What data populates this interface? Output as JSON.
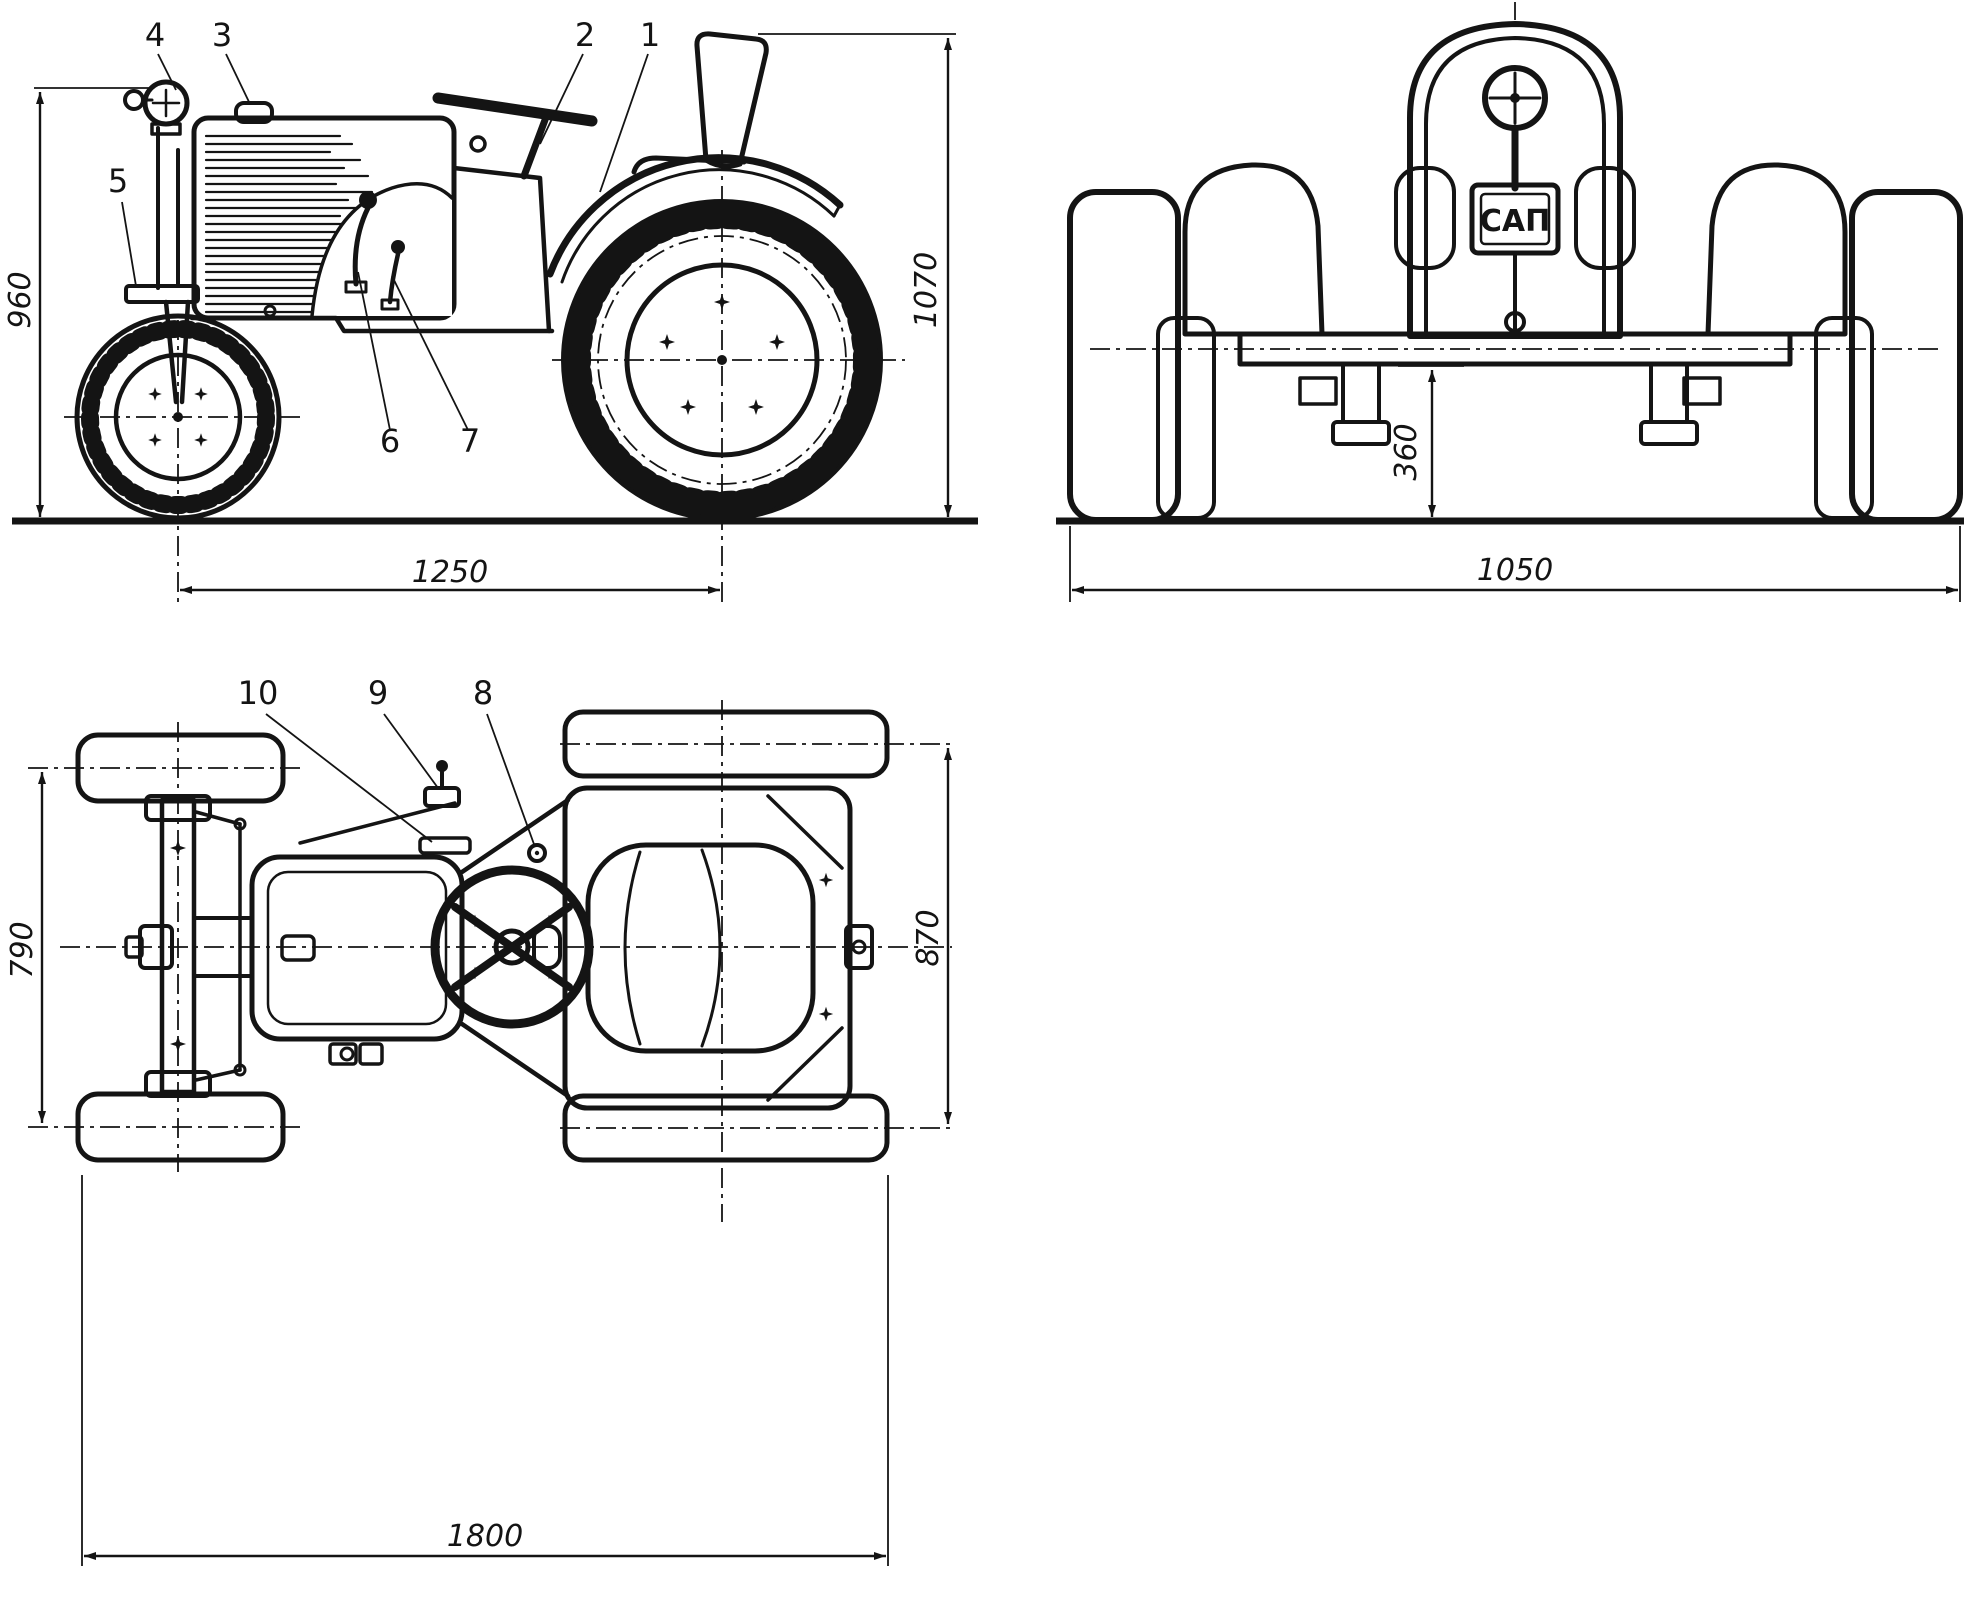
{
  "drawing": {
    "title": "tractor-three-view-blueprint",
    "ink_color": "#141414",
    "background_color": "#ffffff",
    "side": {
      "dims": {
        "front_height": "960",
        "overall_height": "1070",
        "wheelbase": "1250"
      },
      "callouts": {
        "c1": "1",
        "c2": "2",
        "c3": "3",
        "c4": "4",
        "c5": "5",
        "c6": "6",
        "c7": "7"
      }
    },
    "rear": {
      "plate_text": "САП",
      "dims": {
        "clearance": "360",
        "track": "1050"
      }
    },
    "top": {
      "dims": {
        "front_track": "790",
        "rear_width": "870",
        "length": "1800"
      },
      "callouts": {
        "c8": "8",
        "c9": "9",
        "c10": "10"
      }
    }
  }
}
